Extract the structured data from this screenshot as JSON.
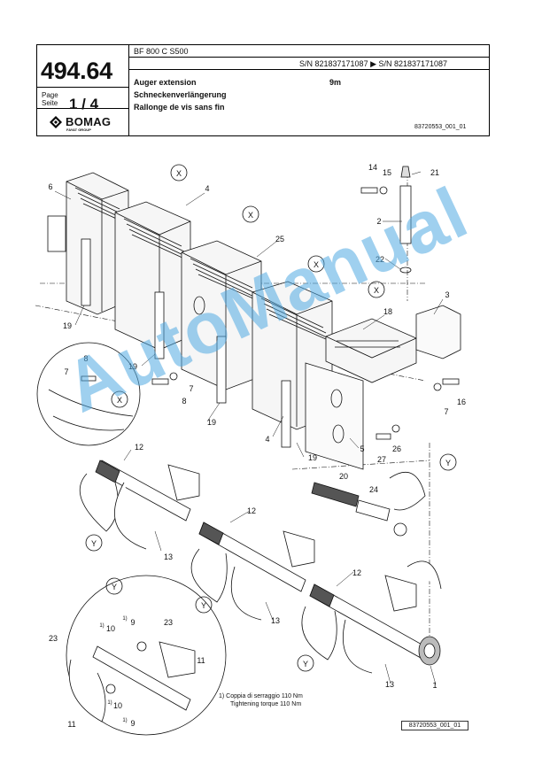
{
  "header": {
    "part_number": "494.64",
    "page_label_en": "Page",
    "page_label_de": "Seite",
    "page": "1 / 4",
    "model": "BF 800 C S500",
    "serial_range": "S/N 821837171087  ▶  S/N 821837171087",
    "title_en": "Auger extension",
    "title_de": "Schneckenverlängerung",
    "title_fr": "Rallonge de vis sans fin",
    "size": "9m",
    "drawing_ref": "83720553_001_01",
    "brand": "BOMAG",
    "brand_sub": "FAYAT GROUP"
  },
  "diagram": {
    "detail_x_label": "X",
    "detail_y_label": "Y",
    "parts": [
      {
        "n": "1"
      },
      {
        "n": "2"
      },
      {
        "n": "3"
      },
      {
        "n": "4"
      },
      {
        "n": "4"
      },
      {
        "n": "5"
      },
      {
        "n": "6"
      },
      {
        "n": "7"
      },
      {
        "n": "7"
      },
      {
        "n": "7"
      },
      {
        "n": "8"
      },
      {
        "n": "8"
      },
      {
        "n": "9"
      },
      {
        "n": "9"
      },
      {
        "n": "10"
      },
      {
        "n": "10"
      },
      {
        "n": "11"
      },
      {
        "n": "11"
      },
      {
        "n": "12"
      },
      {
        "n": "12"
      },
      {
        "n": "12"
      },
      {
        "n": "13"
      },
      {
        "n": "13"
      },
      {
        "n": "13"
      },
      {
        "n": "14"
      },
      {
        "n": "15"
      },
      {
        "n": "16"
      },
      {
        "n": "18"
      },
      {
        "n": "19"
      },
      {
        "n": "19"
      },
      {
        "n": "19"
      },
      {
        "n": "19"
      },
      {
        "n": "20"
      },
      {
        "n": "21"
      },
      {
        "n": "22"
      },
      {
        "n": "23"
      },
      {
        "n": "23"
      },
      {
        "n": "24"
      },
      {
        "n": "25"
      },
      {
        "n": "26"
      },
      {
        "n": "27"
      }
    ],
    "torque_note_line1": "1)  Coppia di serraggio 110 Nm",
    "torque_note_line2": "Tightening torque 110 Nm",
    "footnote_marks": [
      "1)",
      "1)",
      "1)",
      "1)"
    ],
    "drawing_ref_bottom": "83720553_001_01"
  },
  "watermark": "AutoManual"
}
